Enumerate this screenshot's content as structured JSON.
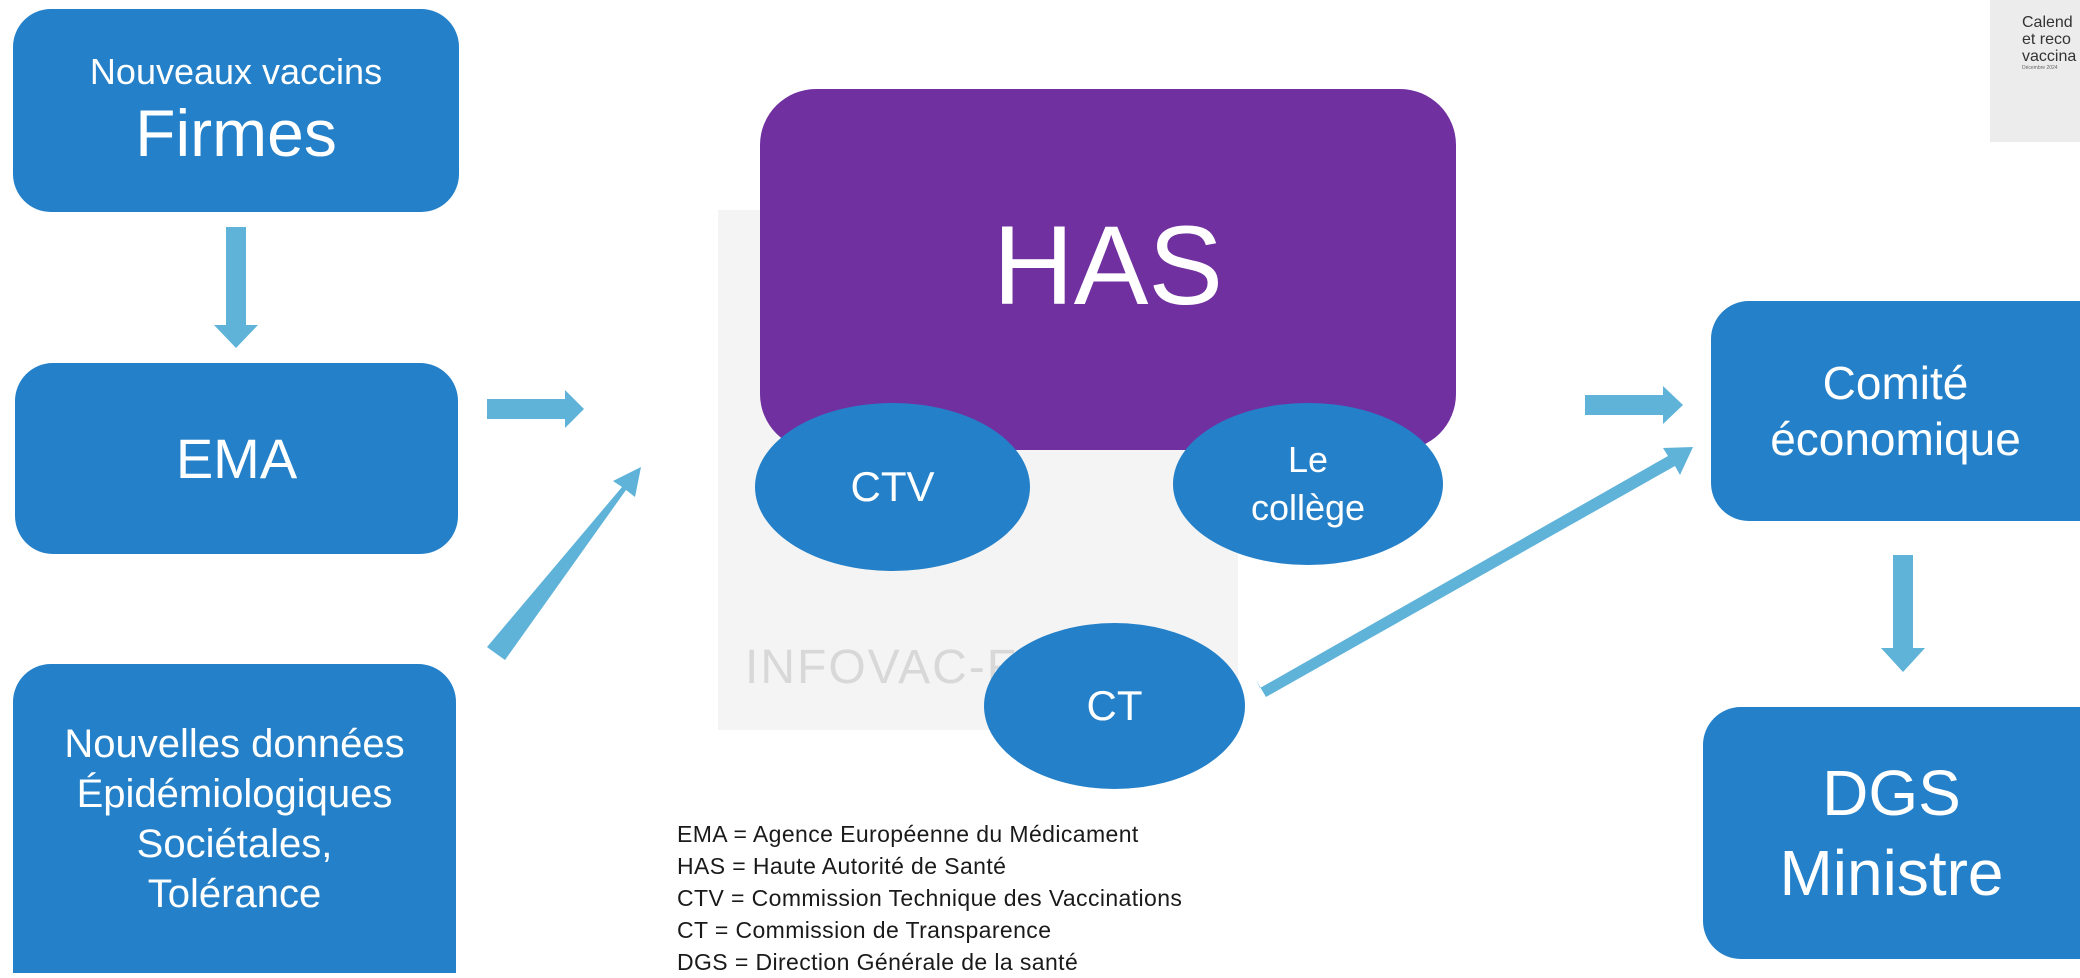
{
  "box_firmes": {
    "line1": "Nouveaux vaccins",
    "line2": "Firmes"
  },
  "box_ema": {
    "label": "EMA"
  },
  "box_donnees": {
    "line1": "Nouvelles données",
    "line2": "Épidémiologiques",
    "line3": "Sociétales,",
    "line4": "Tolérance"
  },
  "box_has": {
    "label": "HAS"
  },
  "ellipse_ctv": {
    "label": "CTV"
  },
  "ellipse_college": {
    "line1": "Le",
    "line2": "collège"
  },
  "ellipse_ct": {
    "label": "CT"
  },
  "box_comite": {
    "line1": "Comité",
    "line2": "économique"
  },
  "box_dgs": {
    "line1": "DGS",
    "line2": "Ministre"
  },
  "legend": [
    "EMA = Agence Européenne du Médicament",
    "HAS = Haute Autorité de Santé",
    "CTV = Commission Technique des Vaccinations",
    "CT = Commission de Transparence",
    "DGS = Direction Générale de la santé"
  ],
  "watermark_text": "INFOVAC-F",
  "thumbnail": {
    "line1": "Calend",
    "line2": "et reco",
    "line3": "vaccina",
    "line4": "Décembre 2024"
  },
  "colors": {
    "blue": "#2480c8",
    "purple": "#7030a0",
    "arrow": "#5fb3d9"
  }
}
